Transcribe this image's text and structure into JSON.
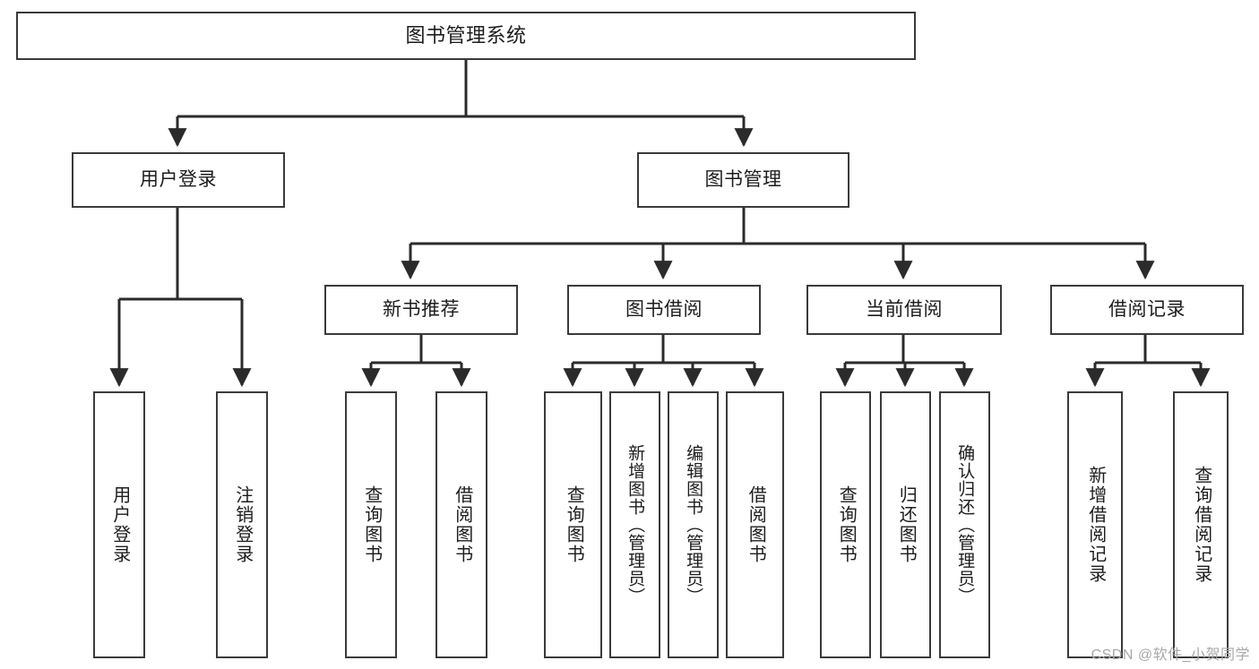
{
  "diagram": {
    "title": "图书管理系统",
    "watermark": "CSDN @软件_小贺同学",
    "accent_color": "#3a3a3a",
    "background_color": "#ffffff",
    "text_color": "#1c1c1c",
    "nodes": {
      "root": {
        "label": "图书管理系统"
      },
      "level2": [
        {
          "label": "用户登录"
        },
        {
          "label": "图书管理"
        }
      ],
      "level3": [
        {
          "label": "新书推荐"
        },
        {
          "label": "图书借阅"
        },
        {
          "label": "当前借阅"
        },
        {
          "label": "借阅记录"
        }
      ],
      "leaves": {
        "user_login": [
          {
            "label": "用户登录"
          },
          {
            "label": "注销登录"
          }
        ],
        "new_book": [
          {
            "label": "查询图书"
          },
          {
            "label": "借阅图书"
          }
        ],
        "book_borrow": [
          {
            "label": "查询图书"
          },
          {
            "label": "新增图书（管理员）"
          },
          {
            "label": "编辑图书（管理员）"
          },
          {
            "label": "借阅图书"
          }
        ],
        "current_borrow": [
          {
            "label": "查询图书"
          },
          {
            "label": "归还图书"
          },
          {
            "label": "确认归还（管理员）"
          }
        ],
        "borrow_record": [
          {
            "label": "新增借阅记录"
          },
          {
            "label": "查询借阅记录"
          }
        ]
      }
    }
  }
}
